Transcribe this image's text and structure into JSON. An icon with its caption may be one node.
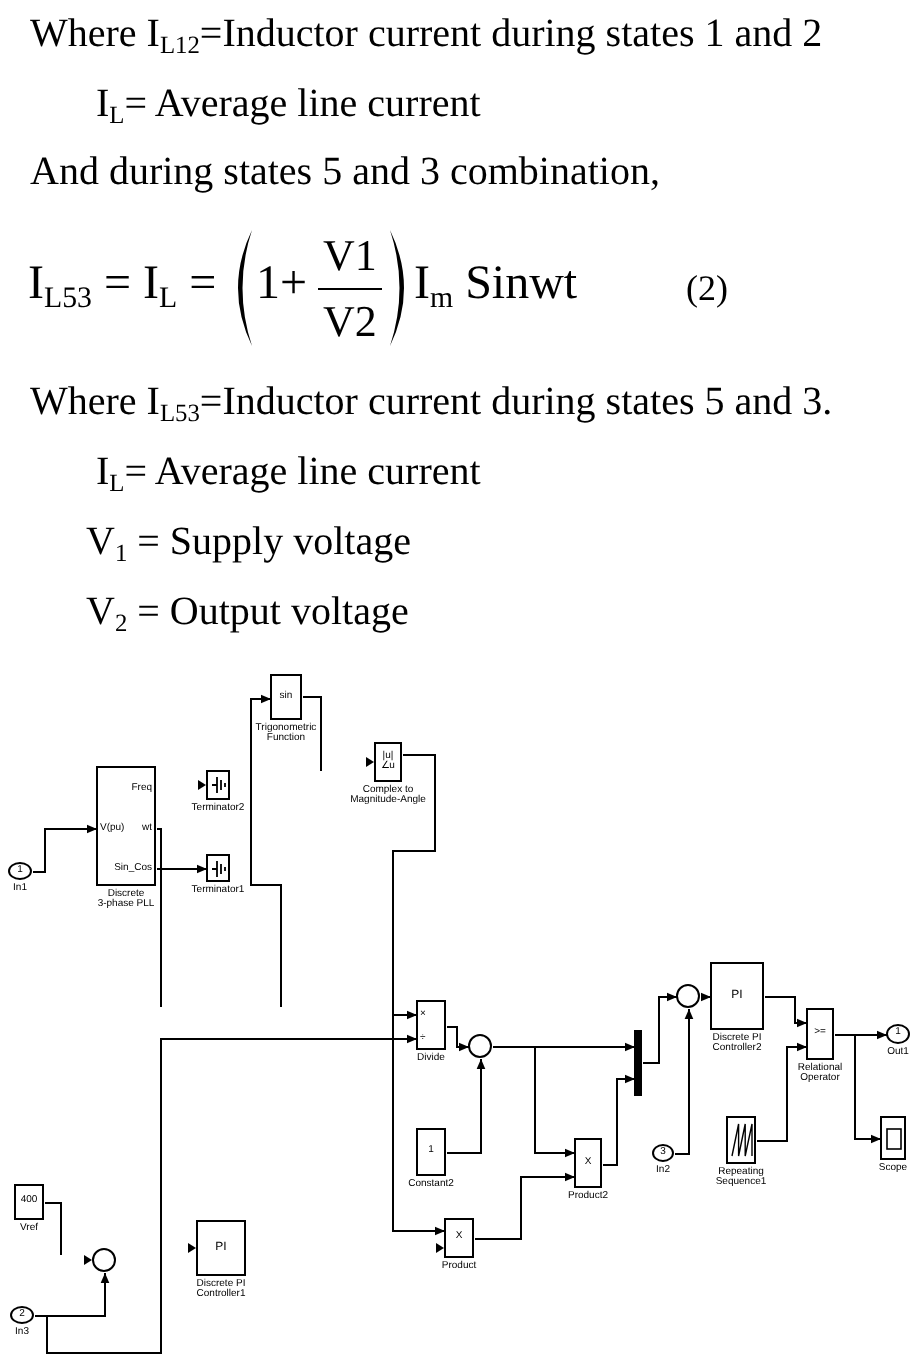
{
  "diagram": {
    "nodes": [
      {
        "text": [
          "sin"
        ],
        "beside": [
          "Trigonometric Function"
        ]
      },
      {
        "text": [
          "|u|",
          "∠u"
        ],
        "beside": [
          "Complex to Magnitude-Angle"
        ]
      },
      {
        "text": [
          "Freq",
          "V(pu)",
          "wt",
          "Sin_Cos"
        ],
        "beside": [
          "Discrete 3-phase PLL"
        ]
      },
      {
        "text": [],
        "shape": "box",
        "beside": [
          "Terminator2"
        ]
      },
      {
        "text": [],
        "shape": "box",
        "beside": [
          "Terminator1"
        ]
      },
      {
        "text": [
          "1"
        ],
        "beside": [
          "In1"
        ]
      },
      {
        "text": [
          "×",
          "÷"
        ],
        "beside": [
          "Divide"
        ]
      },
      {
        "text": [],
        "shape": "circle"
      },
      {
        "text": [],
        "shape": "bar"
      },
      {
        "text": [],
        "shape": "circle"
      },
      {
        "text": [
          "PI"
        ],
        "beside": [
          "Discrete PI Controller2"
        ]
      },
      {
        "text": [
          ">="
        ],
        "beside": [
          "Relational Operator"
        ]
      },
      {
        "text": [
          "1"
        ],
        "beside": [
          "Out1"
        ]
      },
      {
        "text": [
          "1"
        ],
        "beside": [
          "Constant2"
        ]
      },
      {
        "text": [
          "X"
        ],
        "beside": [
          "Product2"
        ]
      },
      {
        "text": [
          "3"
        ],
        "beside": [
          "In2"
        ]
      },
      {
        "text": [],
        "shape": "box",
        "beside": [
          "Repeating Sequence1"
        ]
      },
      {
        "text": [],
        "shape": "box",
        "beside": [
          "Scope"
        ]
      },
      {
        "text": [
          "400"
        ],
        "beside": [
          "Vref"
        ]
      },
      {
        "text": [],
        "shape": "circle"
      },
      {
        "text": [
          "PI"
        ],
        "beside": [
          "Discrete PI Controller1"
        ]
      },
      {
        "text": [
          "X"
        ],
        "beside": [
          "Product"
        ]
      },
      {
        "text": [
          "2"
        ],
        "beside": [
          "In3"
        ]
      }
    ],
    "edges": [
      {
        "from": 5,
        "to": 2,
        "arrow": "to"
      },
      {
        "from": 2,
        "to": 4,
        "arrow": "to"
      },
      {
        "from": 2,
        "to": null,
        "arrow": "none"
      },
      {
        "from": null,
        "to": 0,
        "arrow": "to"
      },
      {
        "from": 1,
        "to": 6,
        "arrow": "to"
      },
      {
        "from": 1,
        "to": 21,
        "arrow": "to"
      },
      {
        "from": 6,
        "to": 7,
        "arrow": "to"
      },
      {
        "from": 13,
        "to": 7,
        "arrow": "to"
      },
      {
        "from": 7,
        "to": 8,
        "arrow": "to"
      },
      {
        "from": 7,
        "to": 14,
        "arrow": "to"
      },
      {
        "from": 21,
        "to": 14,
        "arrow": "to"
      },
      {
        "from": 14,
        "to": 8,
        "arrow": "to"
      },
      {
        "from": 8,
        "to": 9,
        "arrow": "to"
      },
      {
        "from": 15,
        "to": 9,
        "arrow": "to"
      },
      {
        "from": 9,
        "to": 10,
        "arrow": "to"
      },
      {
        "from": 10,
        "to": 11,
        "arrow": "to"
      },
      {
        "from": 16,
        "to": 11,
        "arrow": "to"
      },
      {
        "from": 11,
        "to": 12,
        "arrow": "to"
      },
      {
        "from": 11,
        "to": 17,
        "arrow": "to"
      },
      {
        "from": 22,
        "to": 19,
        "arrow": "to"
      },
      {
        "from": 22,
        "to": 6,
        "arrow": "to"
      },
      {
        "from": 18,
        "to": null,
        "arrow": "none"
      },
      {
        "from": 0,
        "to": null,
        "arrow": "none"
      }
    ],
    "labels": [
      "Where I$_{L12}$=Inductor current during states 1 and 2",
      "I$_{L}$= Average line current",
      "And during states 5 and 3 combination,",
      "I$_{L53}$ = I$_{L}$ =",
      "1+",
      "V1",
      "V2",
      "I$_{m}$ Sinwt",
      "(2)",
      "Where I$_{L53}$=Inductor current during states 5 and 3.",
      "I$_{L}$= Average line current",
      "V$_{1}$ = Supply voltage",
      "V$_{2}$ = Output voltage"
    ]
  }
}
